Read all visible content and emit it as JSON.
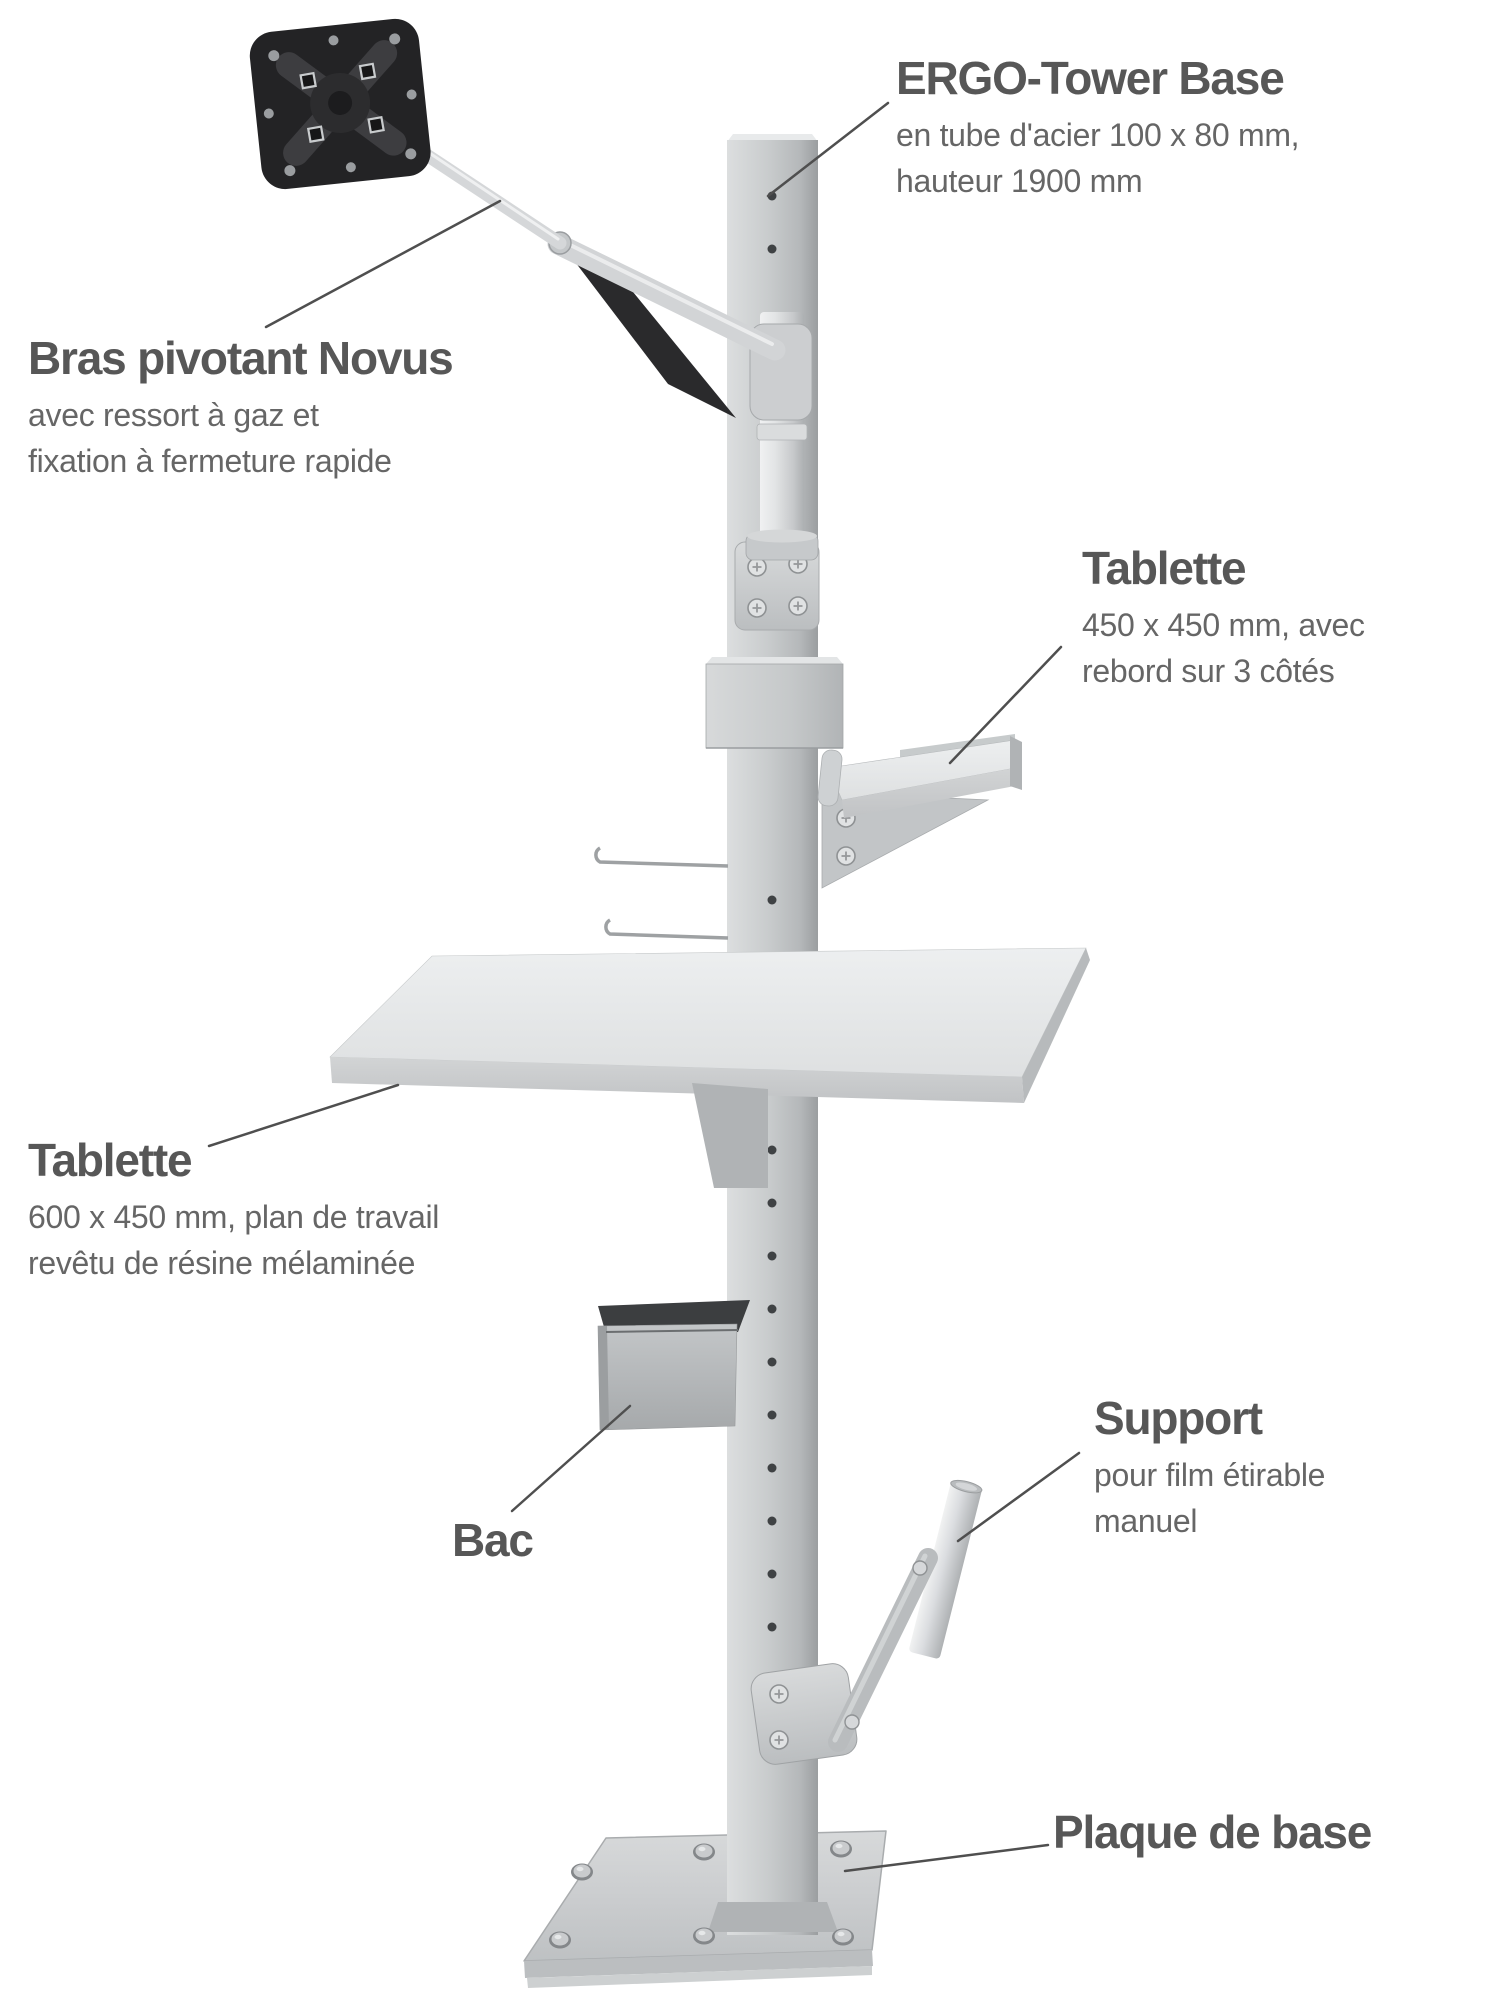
{
  "diagram": {
    "product": "ERGO-Tower Base",
    "labels": {
      "ergo": {
        "title": "ERGO-Tower Base",
        "lines": [
          "en tube d'acier 100 x 80 mm,",
          "hauteur 1900 mm"
        ]
      },
      "bras": {
        "title": "Bras pivotant Novus",
        "lines": [
          "avec ressort à gaz et",
          "fixation à fermeture rapide"
        ]
      },
      "tablette_haute": {
        "title": "Tablette",
        "lines": [
          "450 x 450 mm, avec",
          "rebord sur 3 côtés"
        ]
      },
      "tablette_basse": {
        "title": "Tablette",
        "lines": [
          "600 x 450 mm, plan de travail",
          "revêtu de résine mélaminée"
        ]
      },
      "bac": {
        "title": "Bac",
        "lines": []
      },
      "support": {
        "title": "Support",
        "lines": [
          "pour film étirable",
          "manuel"
        ]
      },
      "plaque": {
        "title": "Plaque de base",
        "lines": []
      }
    },
    "colors": {
      "background": "#ffffff",
      "heading_text": "#575757",
      "body_text": "#666666",
      "callout_line": "#4f4f4f",
      "metal_light": "#d8dadb",
      "metal_mid": "#c3c6c8",
      "metal_dark": "#9fa2a4",
      "vesa_black": "#232325"
    }
  }
}
